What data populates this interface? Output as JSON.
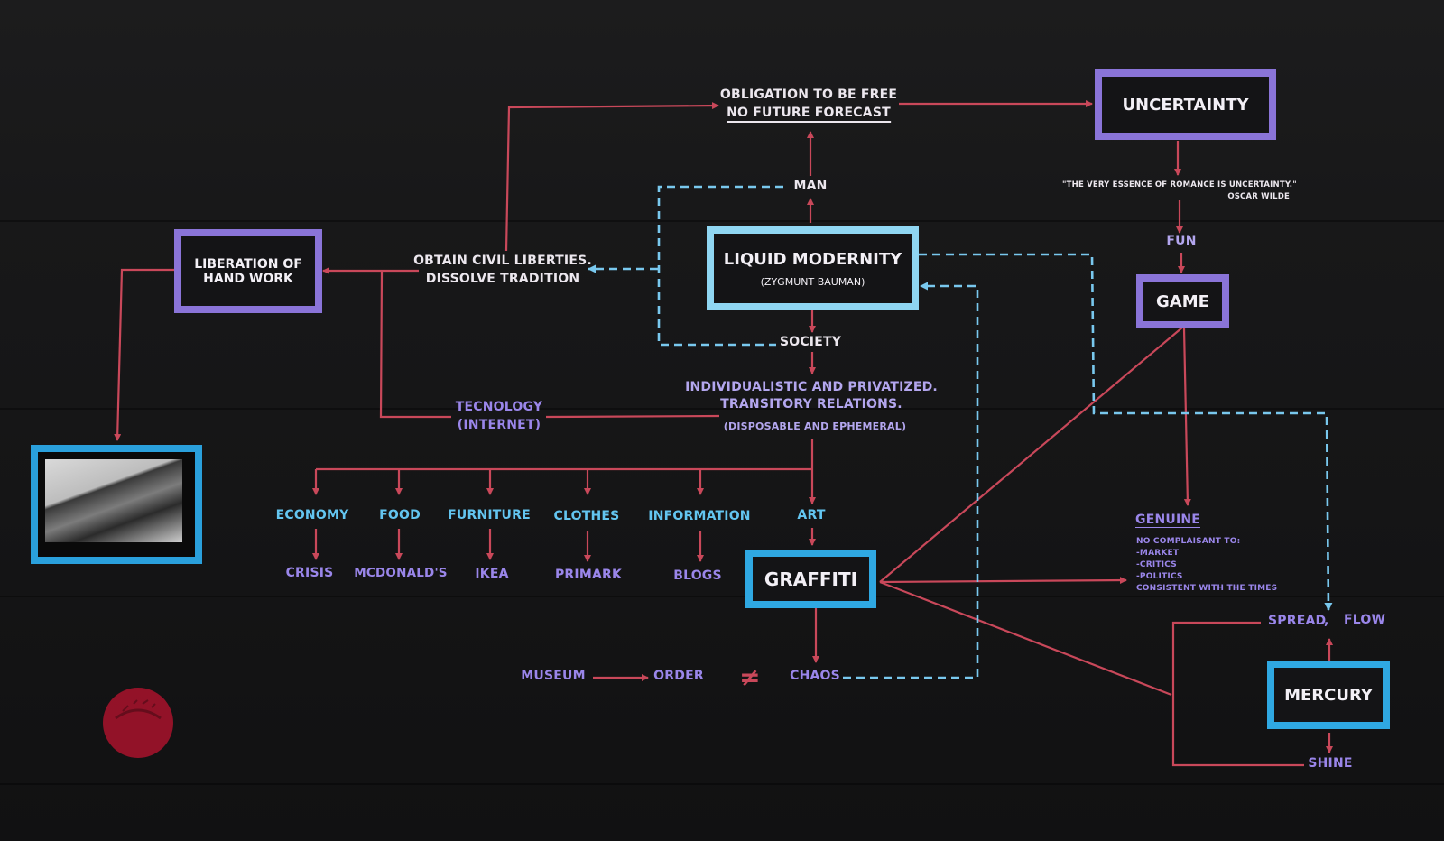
{
  "colors": {
    "background": "#161616",
    "red_arrow": "#c9485a",
    "dashed_blue": "#79c8ee",
    "purple_box": "#8a74d8",
    "blue_box": "#2fa8e2",
    "light_blue_box": "#8fd6f2"
  },
  "center": {
    "title": "LIQUID MODERNITY",
    "author": "(ZYGMUNT BAUMAN)",
    "man": "MAN",
    "society": "SOCIETY"
  },
  "top": {
    "line1": "OBLIGATION TO BE FREE",
    "line2": "NO FUTURE FORECAST"
  },
  "uncertainty": {
    "title": "UNCERTAINTY",
    "quote": "\"THE VERY ESSENCE OF ROMANCE IS UNCERTAINTY.\"",
    "quote_author": "OSCAR WILDE",
    "fun": "FUN",
    "game": "GAME"
  },
  "left": {
    "liberation_line1": "LIBERATION OF",
    "liberation_line2": "HAND WORK",
    "civil_line1": "OBTAIN CIVIL LIBERTIES.",
    "civil_line2": "DISSOLVE TRADITION",
    "tech_line1": "TECNOLOGY",
    "tech_line2": "(INTERNET)"
  },
  "society_desc": {
    "line1": "INDIVIDUALISTIC AND PRIVATIZED.",
    "line2": "TRANSITORY RELATIONS.",
    "line3": "(DISPOSABLE AND EPHEMERAL)"
  },
  "categories": [
    {
      "name": "ECONOMY",
      "example": "CRISIS"
    },
    {
      "name": "FOOD",
      "example": "MCDONALD'S"
    },
    {
      "name": "FURNITURE",
      "example": "IKEA"
    },
    {
      "name": "CLOTHES",
      "example": "PRIMARK"
    },
    {
      "name": "INFORMATION",
      "example": "BLOGS"
    },
    {
      "name": "ART",
      "example": ""
    }
  ],
  "graffiti": {
    "title": "GRAFFITI",
    "museum": "MUSEUM",
    "order": "ORDER",
    "not_equal": "≠",
    "chaos": "CHAOS"
  },
  "genuine": {
    "title": "GENUINE",
    "lines": [
      "NO COMPLAISANT TO:",
      "-MARKET",
      "-CRITICS",
      "-POLITICS",
      "CONSISTENT WITH THE TIMES"
    ]
  },
  "mercury": {
    "title": "MERCURY",
    "spread": "SPREAD",
    "comma": ",",
    "flow": "FLOW",
    "shine": "SHINE"
  },
  "icons": {
    "video_screen": "tv-monitor-icon",
    "logo": "red-seal-logo"
  }
}
